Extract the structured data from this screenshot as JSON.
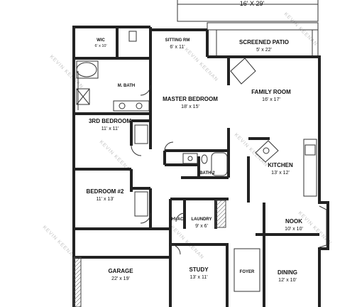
{
  "top_dimension": "16' X 29'",
  "rooms": {
    "wic": {
      "name": "WIC",
      "dim": "6' x 10'"
    },
    "sitting": {
      "name": "SITTING RM",
      "dim": "6' x 11'"
    },
    "screened_patio": {
      "name": "SCREENED PATIO",
      "dim": "5' x 22'"
    },
    "m_bath": {
      "name": "M. BATH",
      "dim": ""
    },
    "master_bedroom": {
      "name": "MASTER BEDROOM",
      "dim": "18' x 15'"
    },
    "family_room": {
      "name": "FAMILY ROOM",
      "dim": "16' x 17'"
    },
    "bedroom3": {
      "name": "3RD BEDROOM",
      "dim": "11' x 11'"
    },
    "kitchen": {
      "name": "KITCHEN",
      "dim": "13' x 12'"
    },
    "bath2": {
      "name": "BATH-2",
      "dim": ""
    },
    "bedroom2": {
      "name": "BEDROOM #2",
      "dim": "11' x 13'"
    },
    "hvac": {
      "name": "HVAC",
      "dim": ""
    },
    "laundry": {
      "name": "LAUNDRY",
      "dim": "9' x 6'"
    },
    "nook": {
      "name": "NOOK",
      "dim": "10' x 10'"
    },
    "garage": {
      "name": "GARAGE",
      "dim": "22' x 19'"
    },
    "study": {
      "name": "STUDY",
      "dim": "13' x 11'"
    },
    "foyer": {
      "name": "FOYER",
      "dim": ""
    },
    "dining": {
      "name": "DINING",
      "dim": "12' x 10'"
    }
  },
  "watermark": "KEVIN KEENAN",
  "colors": {
    "wall": "#222222",
    "background": "#ffffff",
    "watermark": "#bdbdbd"
  }
}
